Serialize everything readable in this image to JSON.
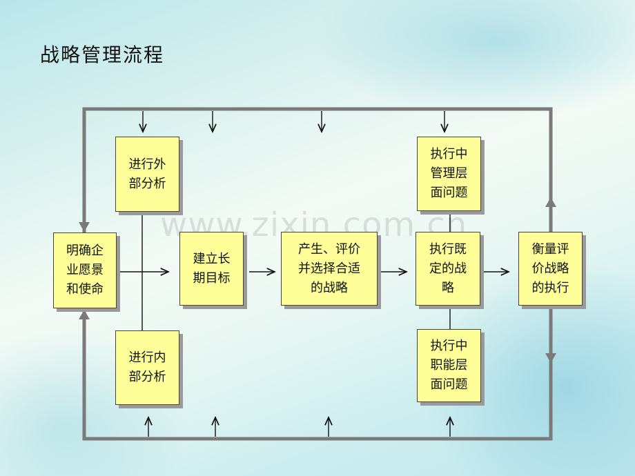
{
  "title": "战略管理流程",
  "watermark": "www.zixin.com.cn",
  "boxes": {
    "mission": "明确企\n业愿景\n和使命",
    "external": "进行外\n部分析",
    "internal": "进行内\n部分析",
    "objectives": "建立长\n期目标",
    "choose": "产生、评价\n并选择合适\n的战略",
    "execute": "执行既\n定的战\n略",
    "mgmt_issues": "执行中\n管理层\n面问题",
    "func_issues": "执行中\n职能层\n面问题",
    "evaluate": "衡量评\n价战略\n的执行"
  }
}
